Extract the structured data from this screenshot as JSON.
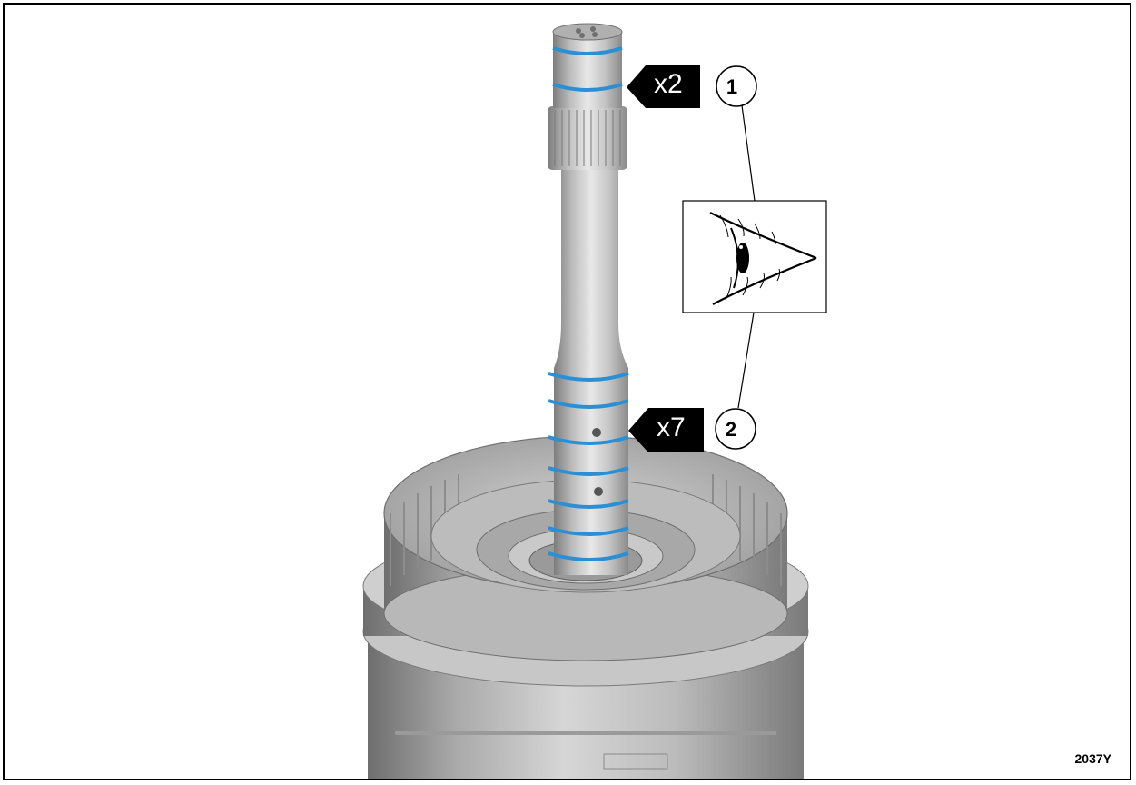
{
  "figure_id": "2037Y",
  "callouts": [
    {
      "number": "1",
      "arrow_label": "x2"
    },
    {
      "number": "2",
      "arrow_label": "x7"
    }
  ],
  "icons": {
    "inspect": "eye-inspect-icon"
  },
  "colors": {
    "seal_ring": "#2b8fd6",
    "outline": "#000000",
    "metal_light": "#d9d9d9",
    "metal_dark": "#8a8a8a"
  }
}
